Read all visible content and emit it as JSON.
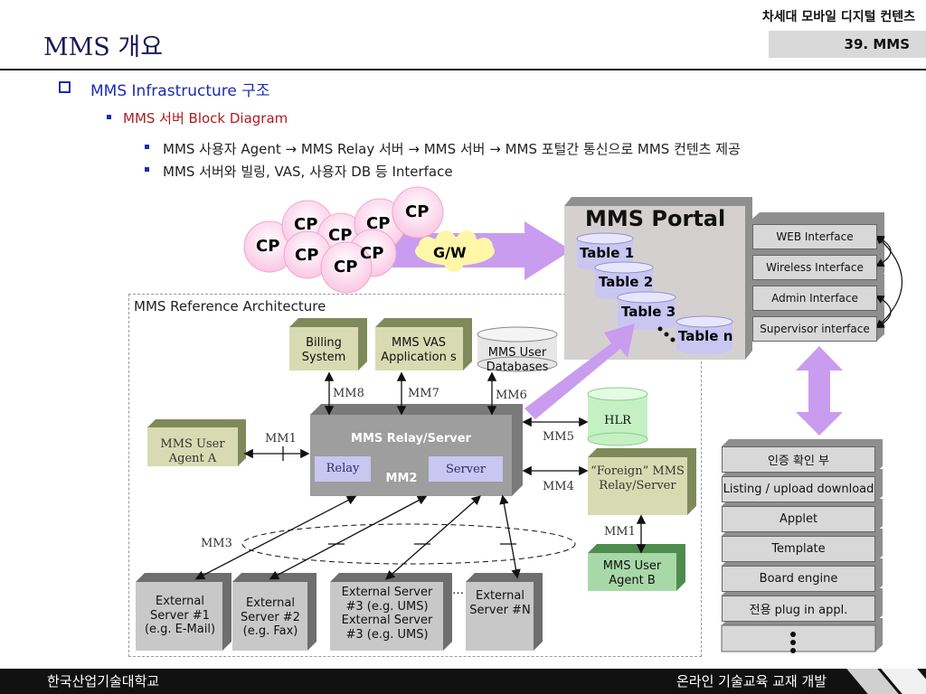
{
  "header": {
    "course": "차세대 모바일 디지털 컨텐츠",
    "topic": "39. MMS",
    "title": "MMS 개요"
  },
  "bullets": {
    "l1": "MMS Infrastructure 구조",
    "l2": "MMS 서버 Block Diagram",
    "l3a": "MMS 사용자 Agent → MMS Relay 서버 → MMS 서버 → MMS 포털간 통신으로 MMS 컨텐츠 제공",
    "l3b": "MMS 서버와 빌링, VAS, 사용자 DB 등 Interface"
  },
  "colors": {
    "accent": "#1c2cb0",
    "sub_accent": "#b01c1c",
    "purple": "#c99cf0",
    "green": "#a8d8a8"
  },
  "diagram": {
    "cp_label": "CP",
    "gw": "G/W",
    "portal": {
      "title": "MMS Portal",
      "tables": [
        "Table 1",
        "Table 2",
        "Table 3",
        "Table n"
      ]
    },
    "portal_interfaces": [
      "WEB Interface",
      "Wireless Interface",
      "Admin Interface",
      "Supervisor interface"
    ],
    "portal_modules": [
      "인증 확인 부",
      "Listing / upload download",
      "Applet",
      "Template",
      "Board engine",
      "전용 plug in appl."
    ],
    "ref_title": "MMS Reference Architecture",
    "billing": "Billing System",
    "vas": "MMS VAS Application s",
    "userdb": "MMS User Databases",
    "hlr": "HLR",
    "agent_a": "MMS User Agent A",
    "relay_server": "MMS Relay/Server",
    "relay": "Relay",
    "server": "Server",
    "mm2": "MM2",
    "foreign": "“Foreign” MMS Relay/Server",
    "agent_b": "MMS User Agent B",
    "links": {
      "mm1": "MM1",
      "mm1b": "MM1",
      "mm3": "MM3",
      "mm4": "MM4",
      "mm5": "MM5",
      "mm6": "MM6",
      "mm7": "MM7",
      "mm8": "MM8"
    },
    "ext1": "External Server #1 (e.g. E-Mail)",
    "ext2": "External Server #2 (e.g. Fax)",
    "ext3": "External Server #3 (e.g. UMS) External Server #3 (e.g. UMS)",
    "extn": "External Server #N",
    "ellipsis": "…"
  },
  "footer": {
    "left": "한국산업기술대학교",
    "right": "온라인 기술교육 교재 개발"
  }
}
